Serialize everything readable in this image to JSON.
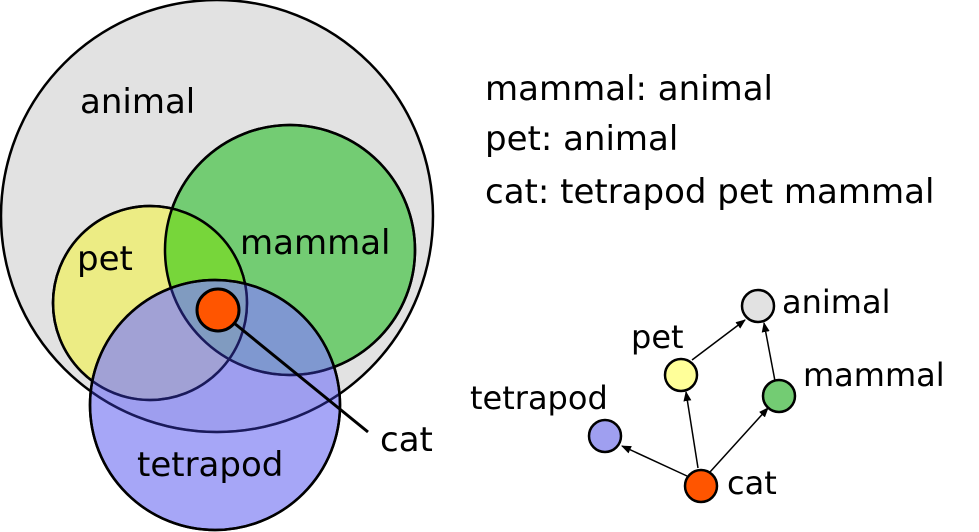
{
  "venn": {
    "labels": {
      "animal": "animal",
      "pet": "pet",
      "mammal": "mammal",
      "tetrapod": "tetrapod",
      "cat": "cat"
    },
    "colors": {
      "animal": "#e2e2e2",
      "pet": "#eded7a",
      "mammal": "#73cc73",
      "tetrapod": "#8f8fee",
      "cat": "#ff5500"
    }
  },
  "rules": [
    "mammal: animal",
    "pet: animal",
    "cat: tetrapod pet mammal"
  ],
  "graph": {
    "nodes": {
      "animal": "animal",
      "pet": "pet",
      "mammal": "mammal",
      "tetrapod": "tetrapod",
      "cat": "cat"
    },
    "edges": [
      [
        "cat",
        "tetrapod"
      ],
      [
        "cat",
        "pet"
      ],
      [
        "cat",
        "mammal"
      ],
      [
        "pet",
        "animal"
      ],
      [
        "mammal",
        "animal"
      ]
    ]
  }
}
